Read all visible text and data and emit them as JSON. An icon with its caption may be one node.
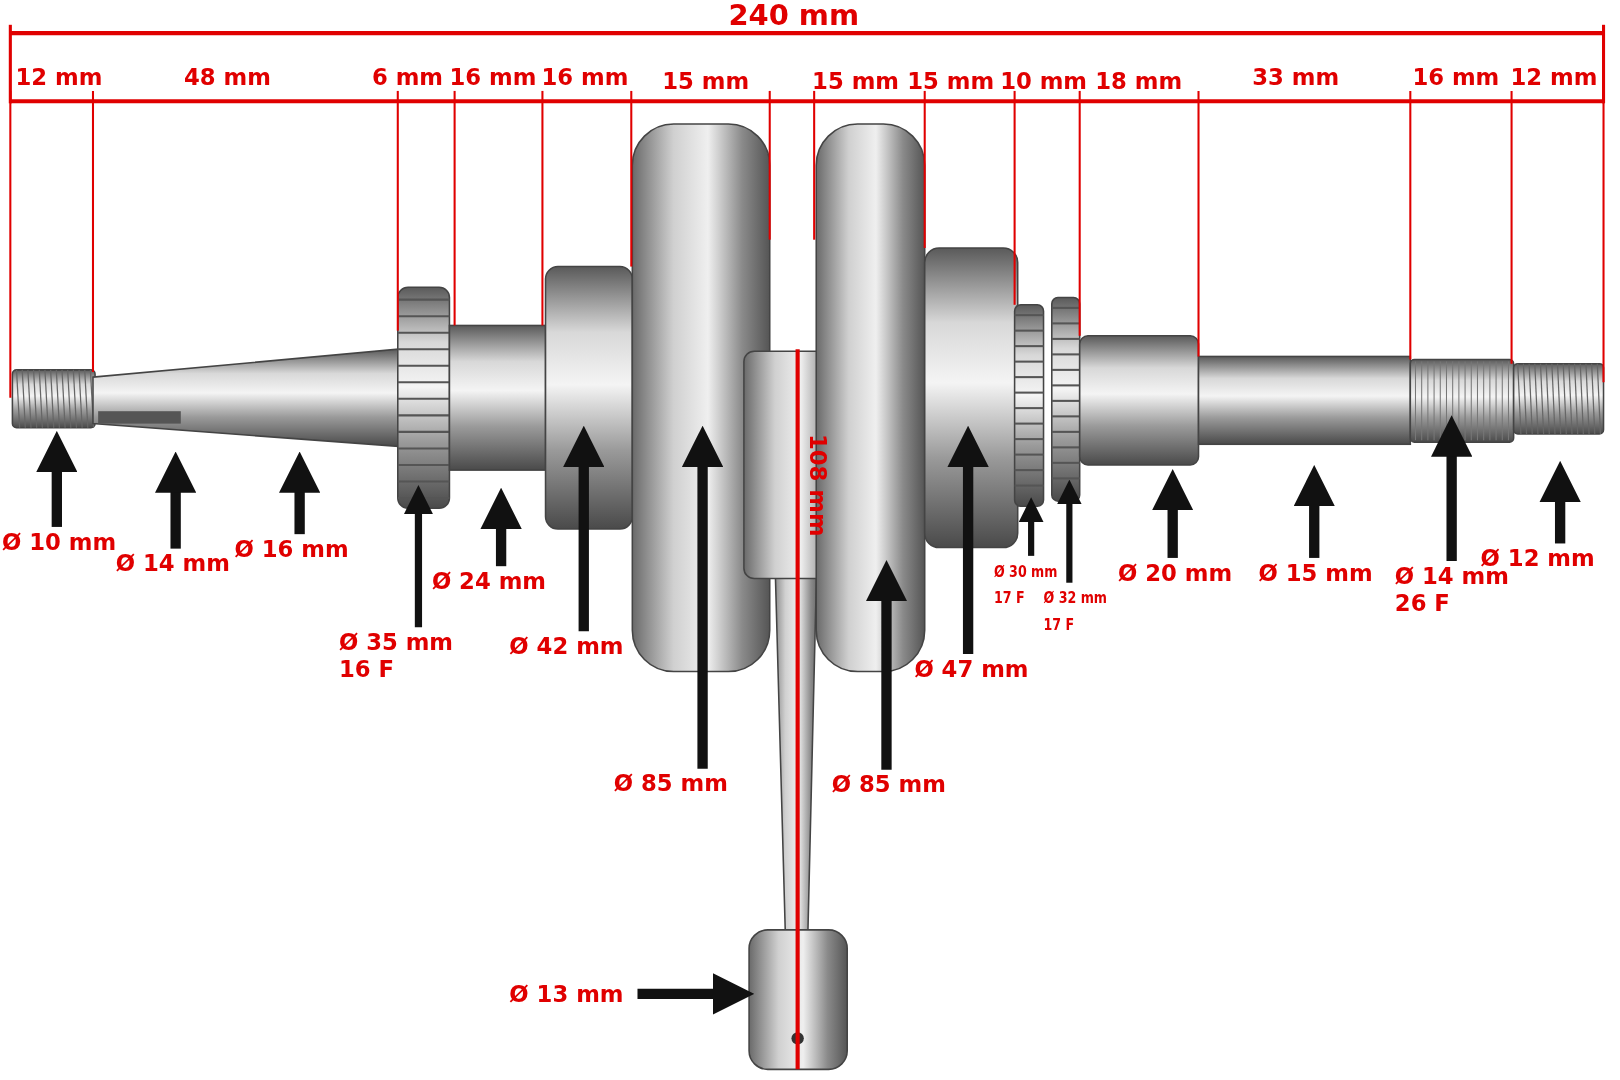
{
  "diagram": {
    "nodes": [
      {
        "text": [
          "Ø 10 mm"
        ]
      },
      {
        "text": [
          "Ø 14 mm"
        ]
      },
      {
        "text": [
          "Ø 16 mm"
        ]
      },
      {
        "text": [
          "Ø 35 mm",
          "16 F"
        ]
      },
      {
        "text": [
          "Ø 24 mm"
        ]
      },
      {
        "text": [
          "Ø 42 mm"
        ]
      },
      {
        "text": [
          "Ø 85 mm"
        ]
      },
      {
        "text": [
          "Ø 85 mm"
        ]
      },
      {
        "text": [
          "Ø 47 mm"
        ]
      },
      {
        "text": [
          "Ø 30 mm",
          "17 F"
        ]
      },
      {
        "text": [
          "Ø 32 mm",
          "17 F"
        ]
      },
      {
        "text": [
          "Ø 20 mm"
        ]
      },
      {
        "text": [
          "Ø 15 mm"
        ]
      },
      {
        "text": [
          "Ø 14 mm",
          "26 F"
        ]
      },
      {
        "text": [
          "Ø 12 mm"
        ]
      },
      {
        "text": [
          "Ø 13 mm"
        ]
      }
    ],
    "edges": [
      {
        "from": 0,
        "to": null,
        "arrow": "to"
      },
      {
        "from": 1,
        "to": null,
        "arrow": "to"
      },
      {
        "from": 2,
        "to": null,
        "arrow": "to"
      },
      {
        "from": 3,
        "to": null,
        "arrow": "to"
      },
      {
        "from": 4,
        "to": null,
        "arrow": "to"
      },
      {
        "from": 5,
        "to": null,
        "arrow": "to"
      },
      {
        "from": 6,
        "to": null,
        "arrow": "to"
      },
      {
        "from": 7,
        "to": null,
        "arrow": "to"
      },
      {
        "from": 8,
        "to": null,
        "arrow": "to"
      },
      {
        "from": 9,
        "to": null,
        "arrow": "to"
      },
      {
        "from": 10,
        "to": null,
        "arrow": "to"
      },
      {
        "from": 11,
        "to": null,
        "arrow": "to"
      },
      {
        "from": 12,
        "to": null,
        "arrow": "to"
      },
      {
        "from": 13,
        "to": null,
        "arrow": "to"
      },
      {
        "from": 14,
        "to": null,
        "arrow": "to"
      },
      {
        "from": 15,
        "to": null,
        "arrow": "to"
      }
    ],
    "labels": [
      "240 mm",
      "12 mm",
      "48 mm",
      "6 mm",
      "16 mm",
      "16 mm",
      "15 mm",
      "15 mm",
      "15 mm",
      "10 mm",
      "18 mm",
      "33 mm",
      "16 mm",
      "12 mm",
      "108 mm"
    ]
  }
}
